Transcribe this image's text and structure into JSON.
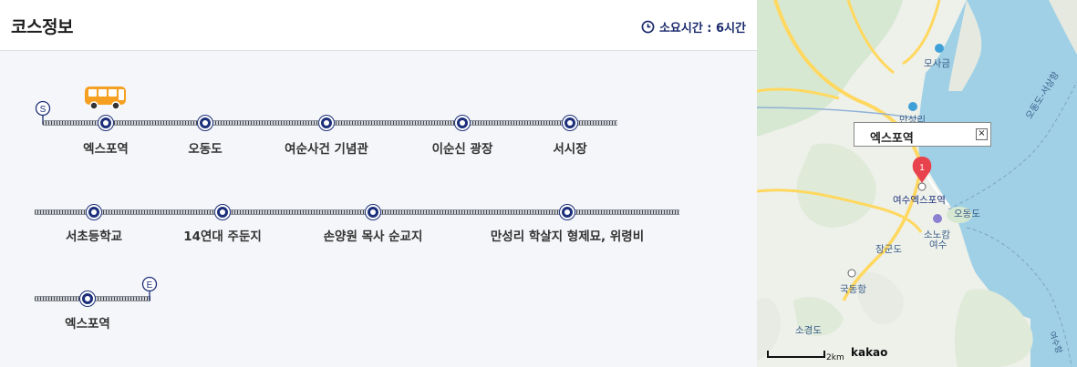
{
  "header": {
    "title": "코스정보",
    "duration": "소요시간 : 6시간"
  },
  "markers": {
    "start": "S",
    "end": "E"
  },
  "rows": [
    {
      "stops": [
        "엑스포역",
        "오동도",
        "여순사건 기념관",
        "이순신 광장",
        "서시장"
      ]
    },
    {
      "stops": [
        "서초등학교",
        "14연대 주둔지",
        "손양원 목사 순교지",
        "만성리 학살지 형제묘, 위령비"
      ]
    },
    {
      "stops": [
        "엑스포역"
      ]
    }
  ],
  "map": {
    "info_window": "엑스포역",
    "marker_number": "1",
    "labels": {
      "mosageum": "모사금",
      "manseongri": "만성리",
      "osanroute": "오동도-서상항",
      "yeosu_expo": "여수엑스포역",
      "odongdo": "오동도",
      "sonokam": "소노캄",
      "yeosu": "여수",
      "janggundo": "장군도",
      "gukdonghang": "국동항",
      "sogyeongdo": "소경도",
      "yeosuhang": "여수항"
    },
    "scale": "2km",
    "brand": "kakao"
  },
  "colors": {
    "accent": "#1c2f7a",
    "bus": "#f5a020",
    "water": "#9fd0e6",
    "marker": "#e8424d"
  }
}
